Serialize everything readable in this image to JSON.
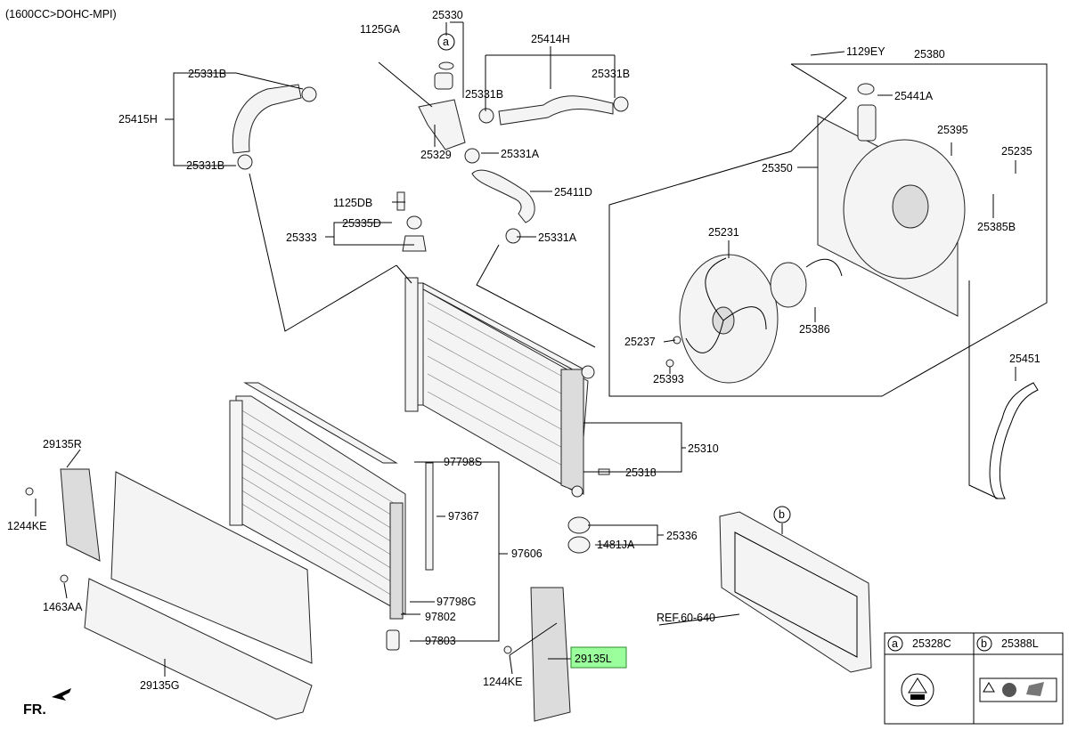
{
  "header": {
    "engine_spec": "(1600CC>DOHC-MPI)"
  },
  "footer": {
    "direction_label": "FR."
  },
  "highlight_color": "#9bff9b",
  "parts": {
    "p25330": "25330",
    "p1125GA": "1125GA",
    "p25414H": "25414H",
    "p25331B_top_left": "25331B",
    "p25415H": "25415H",
    "p25331B_mid_left": "25331B",
    "p25331B_center": "25331B",
    "p25331B_top_right": "25331B",
    "p25329": "25329",
    "p25331A_upper": "25331A",
    "p25411D": "25411D",
    "p1125DB": "1125DB",
    "p25335D": "25335D",
    "p25333": "25333",
    "p25331A_lower": "25331A",
    "p1129EY": "1129EY",
    "p25380": "25380",
    "p25441A": "25441A",
    "p25395": "25395",
    "p25235": "25235",
    "p25350": "25350",
    "p25385B": "25385B",
    "p25231": "25231",
    "p25386": "25386",
    "p25237": "25237",
    "p25393": "25393",
    "p25451": "25451",
    "p25310": "25310",
    "p25318": "25318",
    "p97798S": "97798S",
    "p97367": "97367",
    "p97606": "97606",
    "p97798G": "97798G",
    "p97802": "97802",
    "p97803": "97803",
    "p25336": "25336",
    "p1481JA": "1481JA",
    "p29135R": "29135R",
    "p1244KE_left": "1244KE",
    "p1463AA": "1463AA",
    "p29135G": "29135G",
    "p1244KE_bottom": "1244KE",
    "p29135L": "29135L",
    "ref": "REF.60-640"
  },
  "callouts": {
    "a": "a",
    "b": "b"
  },
  "legend": {
    "a_marker": "a",
    "a_part": "25328C",
    "b_marker": "b",
    "b_part": "25388L"
  }
}
